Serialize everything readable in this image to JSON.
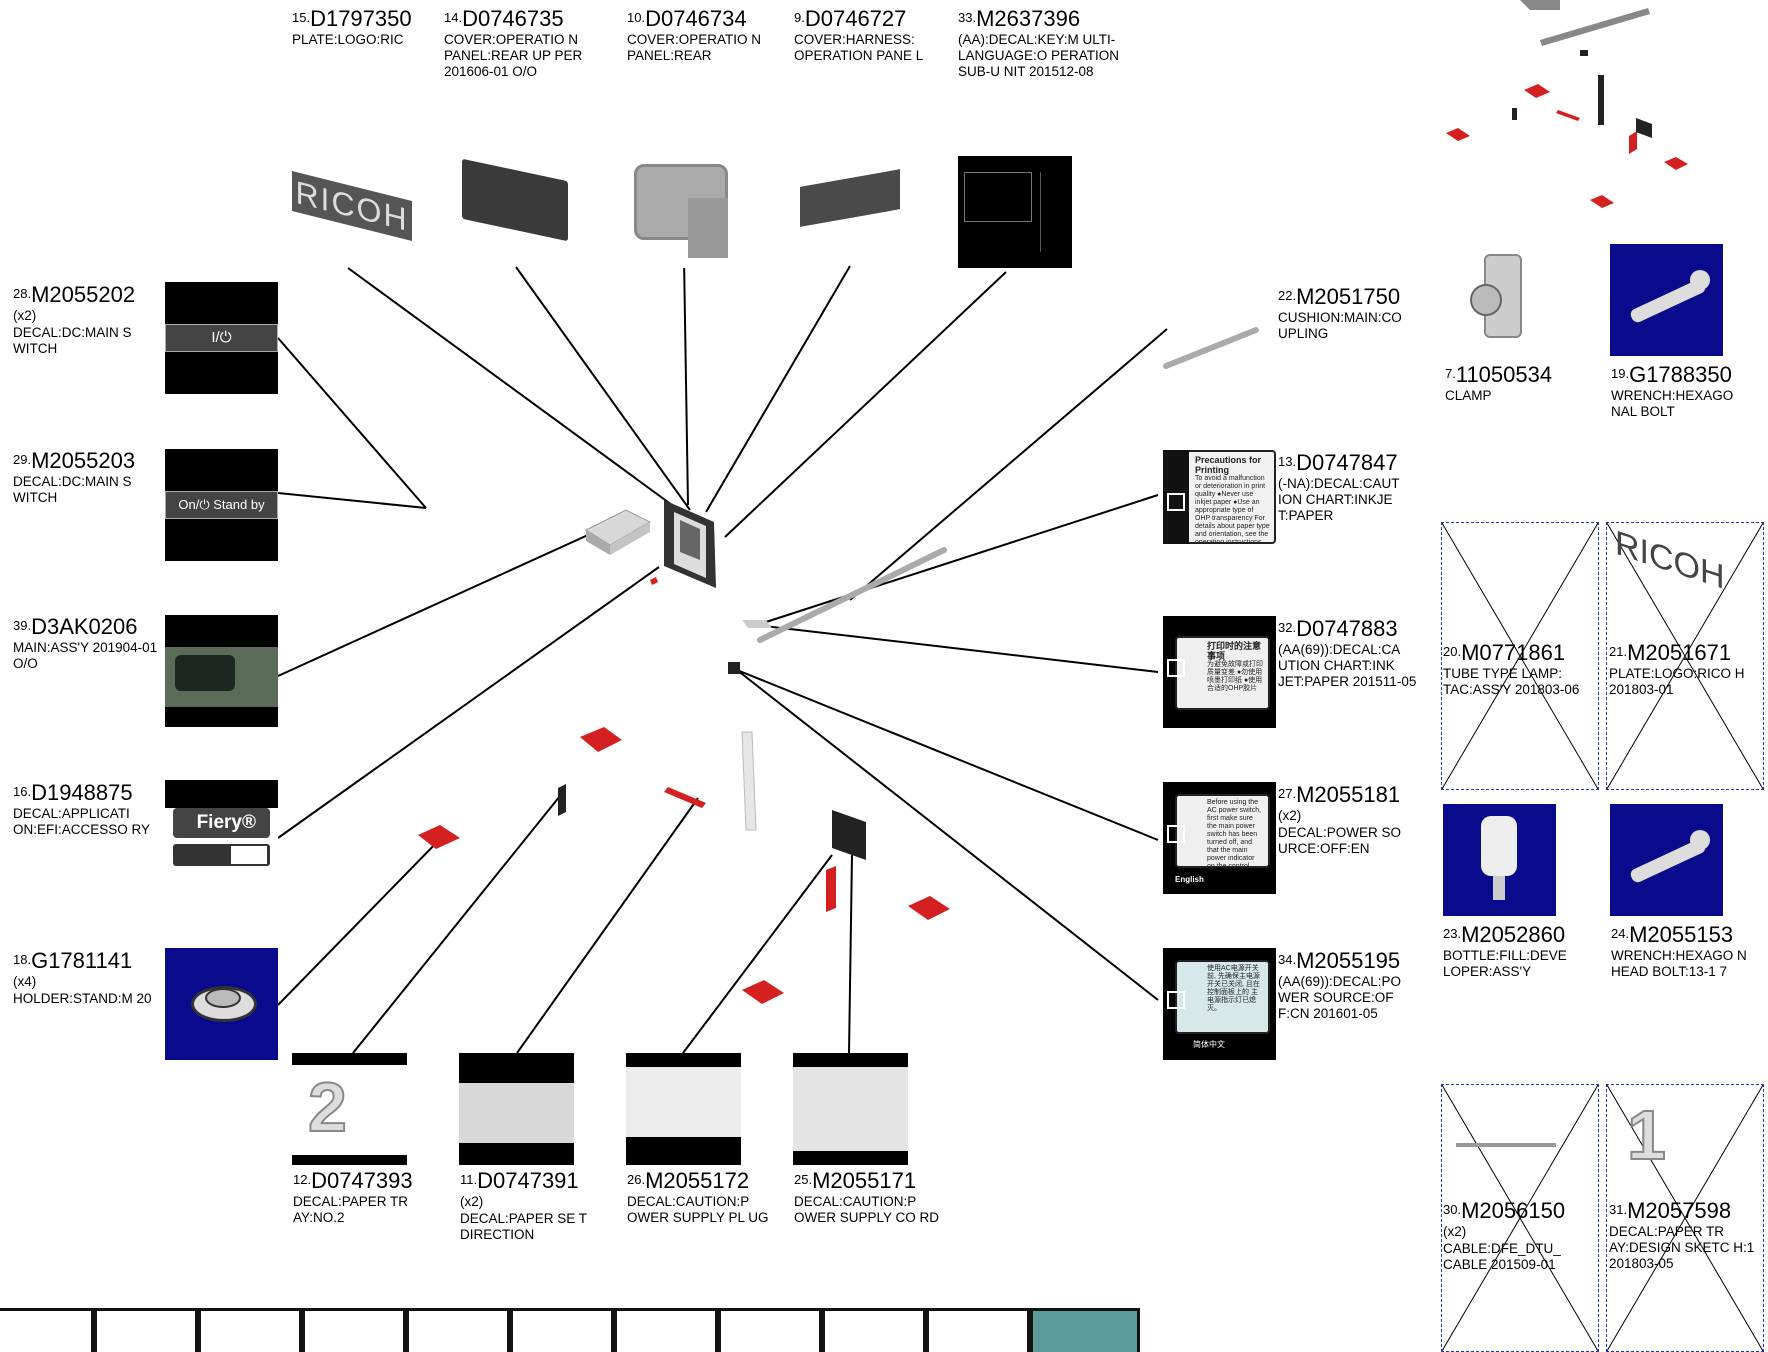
{
  "parts": {
    "p15": {
      "num": "15.",
      "code": "D1797350",
      "desc": "PLATE:LOGO:RIC"
    },
    "p14": {
      "num": "14.",
      "code": "D0746735",
      "desc": "COVER:OPERATIO N PANEL:REAR UP PER 201606-01 O/O"
    },
    "p10": {
      "num": "10.",
      "code": "D0746734",
      "desc": "COVER:OPERATIO N PANEL:REAR"
    },
    "p9": {
      "num": "9.",
      "code": "D0746727",
      "desc": "COVER:HARNESS: OPERATION PANE L"
    },
    "p33": {
      "num": "33.",
      "code": "M2637396",
      "desc": "(AA):DECAL:KEY:M ULTI-LANGUAGE:O PERATION SUB-U NIT 201512-08"
    },
    "p28": {
      "num": "28.",
      "code": "M2055202",
      "qty": "(x2)",
      "desc": "DECAL:DC:MAIN S WITCH"
    },
    "p29": {
      "num": "29.",
      "code": "M2055203",
      "desc": "DECAL:DC:MAIN S WITCH"
    },
    "p39": {
      "num": "39.",
      "code": "D3AK0206",
      "desc": "MAIN:ASS'Y 201904-01 O/O"
    },
    "p16": {
      "num": "16.",
      "code": "D1948875",
      "desc": "DECAL:APPLICATI ON:EFI:ACCESSO RY"
    },
    "p18": {
      "num": "18.",
      "code": "G1781141",
      "qty": "(x4)",
      "desc": "HOLDER:STAND:M 20"
    },
    "p22": {
      "num": "22.",
      "code": "M2051750",
      "desc": "CUSHION:MAIN:CO UPLING"
    },
    "p7": {
      "num": "7.",
      "code": "11050534",
      "desc": "CLAMP"
    },
    "p19": {
      "num": "19.",
      "code": "G1788350",
      "desc": "WRENCH:HEXAGO NAL BOLT"
    },
    "p13": {
      "num": "13.",
      "code": "D0747847",
      "desc": "(-NA):DECAL:CAUT ION CHART:INKJE T:PAPER"
    },
    "p32": {
      "num": "32.",
      "code": "D0747883",
      "desc": "(AA(69)):DECAL:CA UTION CHART:INK JET:PAPER 201511-05"
    },
    "p27": {
      "num": "27.",
      "code": "M2055181",
      "qty": "(x2)",
      "desc": "DECAL:POWER SO URCE:OFF:EN"
    },
    "p34": {
      "num": "34.",
      "code": "M2055195",
      "desc": "(AA(69)):DECAL:PO WER SOURCE:OF F:CN 201601-05"
    },
    "p20": {
      "num": "20.",
      "code": "M0771861",
      "desc": "TUBE TYPE LAMP: TAC:ASS'Y 201803-06"
    },
    "p21": {
      "num": "21.",
      "code": "M2051671",
      "desc": "PLATE:LOGO:RICO H 201803-01"
    },
    "p23": {
      "num": "23.",
      "code": "M2052860",
      "desc": "BOTTLE:FILL:DEVE LOPER:ASS'Y"
    },
    "p24": {
      "num": "24.",
      "code": "M2055153",
      "desc": "WRENCH:HEXAGO N HEAD BOLT:13-1 7"
    },
    "p12": {
      "num": "12.",
      "code": "D0747393",
      "desc": "DECAL:PAPER TR AY:NO.2"
    },
    "p11": {
      "num": "11.",
      "code": "D0747391",
      "qty": "(x2)",
      "desc": "DECAL:PAPER SE T DIRECTION"
    },
    "p26": {
      "num": "26.",
      "code": "M2055172",
      "desc": "DECAL:CAUTION:P OWER SUPPLY PL UG"
    },
    "p25": {
      "num": "25.",
      "code": "M2055171",
      "desc": "DECAL:CAUTION:P OWER SUPPLY CO RD"
    },
    "p30": {
      "num": "30.",
      "code": "M2056150",
      "qty": "(x2)",
      "desc": "CABLE:DFE_DTU_ CABLE 201509-01"
    },
    "p31": {
      "num": "31.",
      "code": "M2057598",
      "desc": "DECAL:PAPER TR AY:DESIGN SKETC H:1 201803-05"
    }
  },
  "thumb_text": {
    "logo": "RICOH",
    "switch1": "I/⏻",
    "switch2": "On/⏻ Stand by",
    "fiery": "Fiery®",
    "tray2": "2",
    "tray1": "1",
    "decal13_title": "Precautions for Printing",
    "decal13_body": "To avoid a malfunction or deterioration in print quality ●Never use inkjet paper ●Use an appropriate type of OHP transparency For details about paper type and orientation, see the operating instructions.",
    "decal32_title": "打印时的注意事项",
    "decal32_body": "为避免故障或打印质量变差 ●勿使用喷墨打印纸 ●使用合适的OHP胶片",
    "decal27_body": "Before using the AC power switch, first make sure the main power switch has been turned off, and that the main power indicator on the control panel is off.",
    "decal27_lang": "English",
    "decal34_body": "使用AC电源开关前, 先确保主电源开关已关闭, 且在控制面板上的 主电源指示灯已熄灭。",
    "decal34_lang": "简体中文"
  },
  "tabs": [
    "",
    "",
    "",
    "",
    "",
    "",
    "",
    "",
    "",
    "",
    ""
  ],
  "colors": {
    "accent_red": "#d42020",
    "icon_blue": "#0a0a8c",
    "missing_border": "#2233cc",
    "active_tab": "#5b9a9a"
  }
}
